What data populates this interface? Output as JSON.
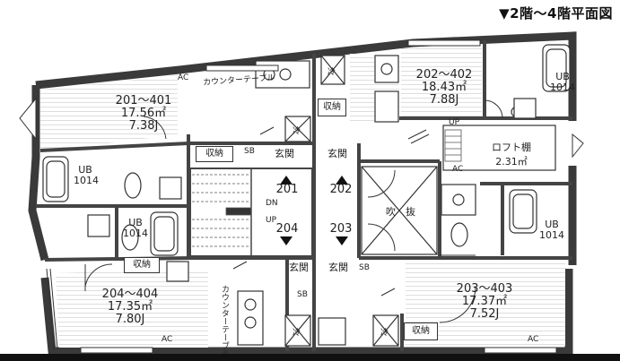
{
  "title": "▼2階～4階平面図",
  "units": [
    {
      "name": "201～401",
      "area": "17.56㎡",
      "j": "7.38J"
    },
    {
      "name": "202～402",
      "area": "18.43㎡",
      "j": "7.88J"
    },
    {
      "name": "204～404",
      "area": "17.35㎡",
      "j": "7.80J"
    },
    {
      "name": "203～403",
      "area": "17.37㎡",
      "j": "7.52J"
    }
  ],
  "loft": {
    "label": "ロフト棚",
    "area": "2.31㎡"
  },
  "labels": {
    "ac": "AC",
    "ub": "UB",
    "ub_size": "1014",
    "storage": "収納",
    "entrance": "玄関",
    "sb": "SB",
    "fridge": "冷",
    "counter_table": "カウンターテーブル",
    "up": "UP",
    "dn": "DN",
    "void_left": "吹",
    "void_right": "抜"
  },
  "doors": {
    "d201": "201",
    "d202": "202",
    "d204": "204",
    "d203": "203"
  }
}
